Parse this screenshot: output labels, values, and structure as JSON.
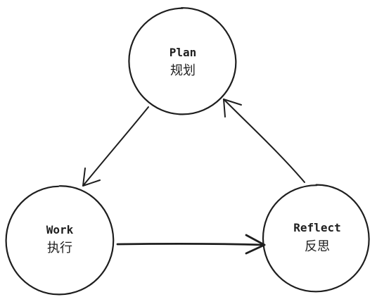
{
  "nodes": {
    "plan": {
      "title": "Plan",
      "subtitle": "规划"
    },
    "work": {
      "title": "Work",
      "subtitle": "执行"
    },
    "reflect": {
      "title": "Reflect",
      "subtitle": "反思"
    }
  },
  "edges": [
    {
      "from": "plan",
      "to": "work"
    },
    {
      "from": "work",
      "to": "reflect"
    },
    {
      "from": "reflect",
      "to": "plan"
    }
  ],
  "colors": {
    "stroke": "#1e1e1e",
    "background": "#ffffff"
  }
}
